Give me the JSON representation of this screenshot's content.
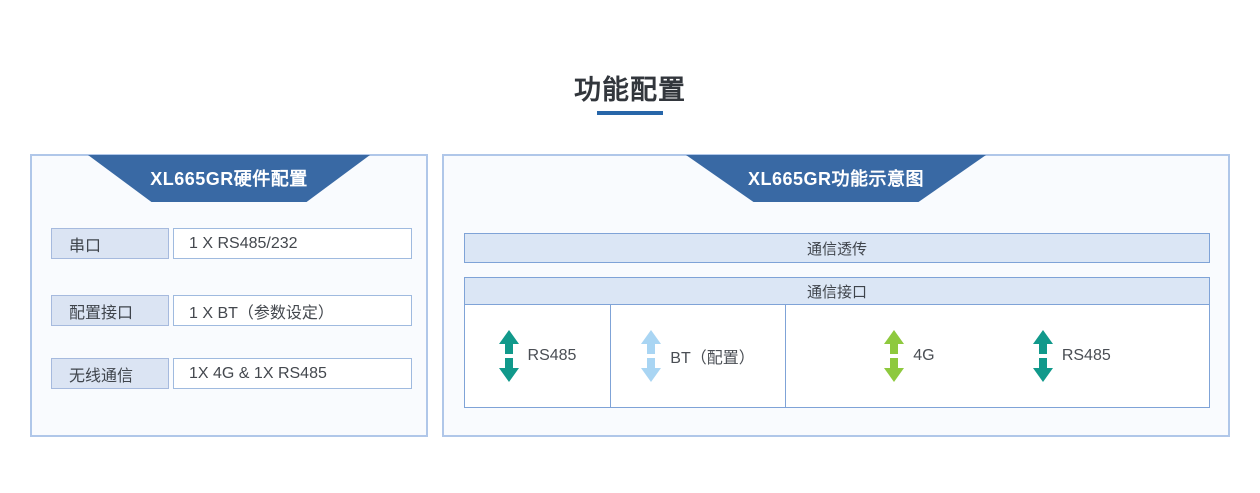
{
  "page": {
    "title": "功能配置"
  },
  "hardware_panel": {
    "title": "XL665GR硬件配置",
    "rows": [
      {
        "label": "串口",
        "value": "1 X RS485/232"
      },
      {
        "label": "配置接口",
        "value": "1 X BT（参数设定）"
      },
      {
        "label": "无线通信",
        "value": "1X 4G & 1X RS485"
      }
    ]
  },
  "function_panel": {
    "title": "XL665GR功能示意图",
    "passthrough_bar_label": "通信透传",
    "interface_table": {
      "header": "通信接口",
      "cells": [
        {
          "items": [
            {
              "icon": "double-arrow-vertical-icon",
              "arrow_color": "#11998b",
              "label": "RS485"
            }
          ]
        },
        {
          "items": [
            {
              "icon": "double-arrow-vertical-icon",
              "arrow_color": "#a9d5f3",
              "label": "BT（配置）"
            }
          ]
        },
        {
          "items": [
            {
              "icon": "double-arrow-vertical-icon",
              "arrow_color": "#8ec93e",
              "label": "4G"
            },
            {
              "icon": "double-arrow-vertical-icon",
              "arrow_color": "#11998b",
              "label": "RS485"
            }
          ]
        }
      ]
    }
  },
  "colors": {
    "header_blue": "#3969a4",
    "underline_blue": "#2766a9",
    "panel_border": "#b0c7e9",
    "light_box_fill": "#dbe4f3",
    "bar_border": "#7fa3d7",
    "teal": "#11998b",
    "light_blue": "#a9d5f3",
    "green": "#8ec93e"
  }
}
